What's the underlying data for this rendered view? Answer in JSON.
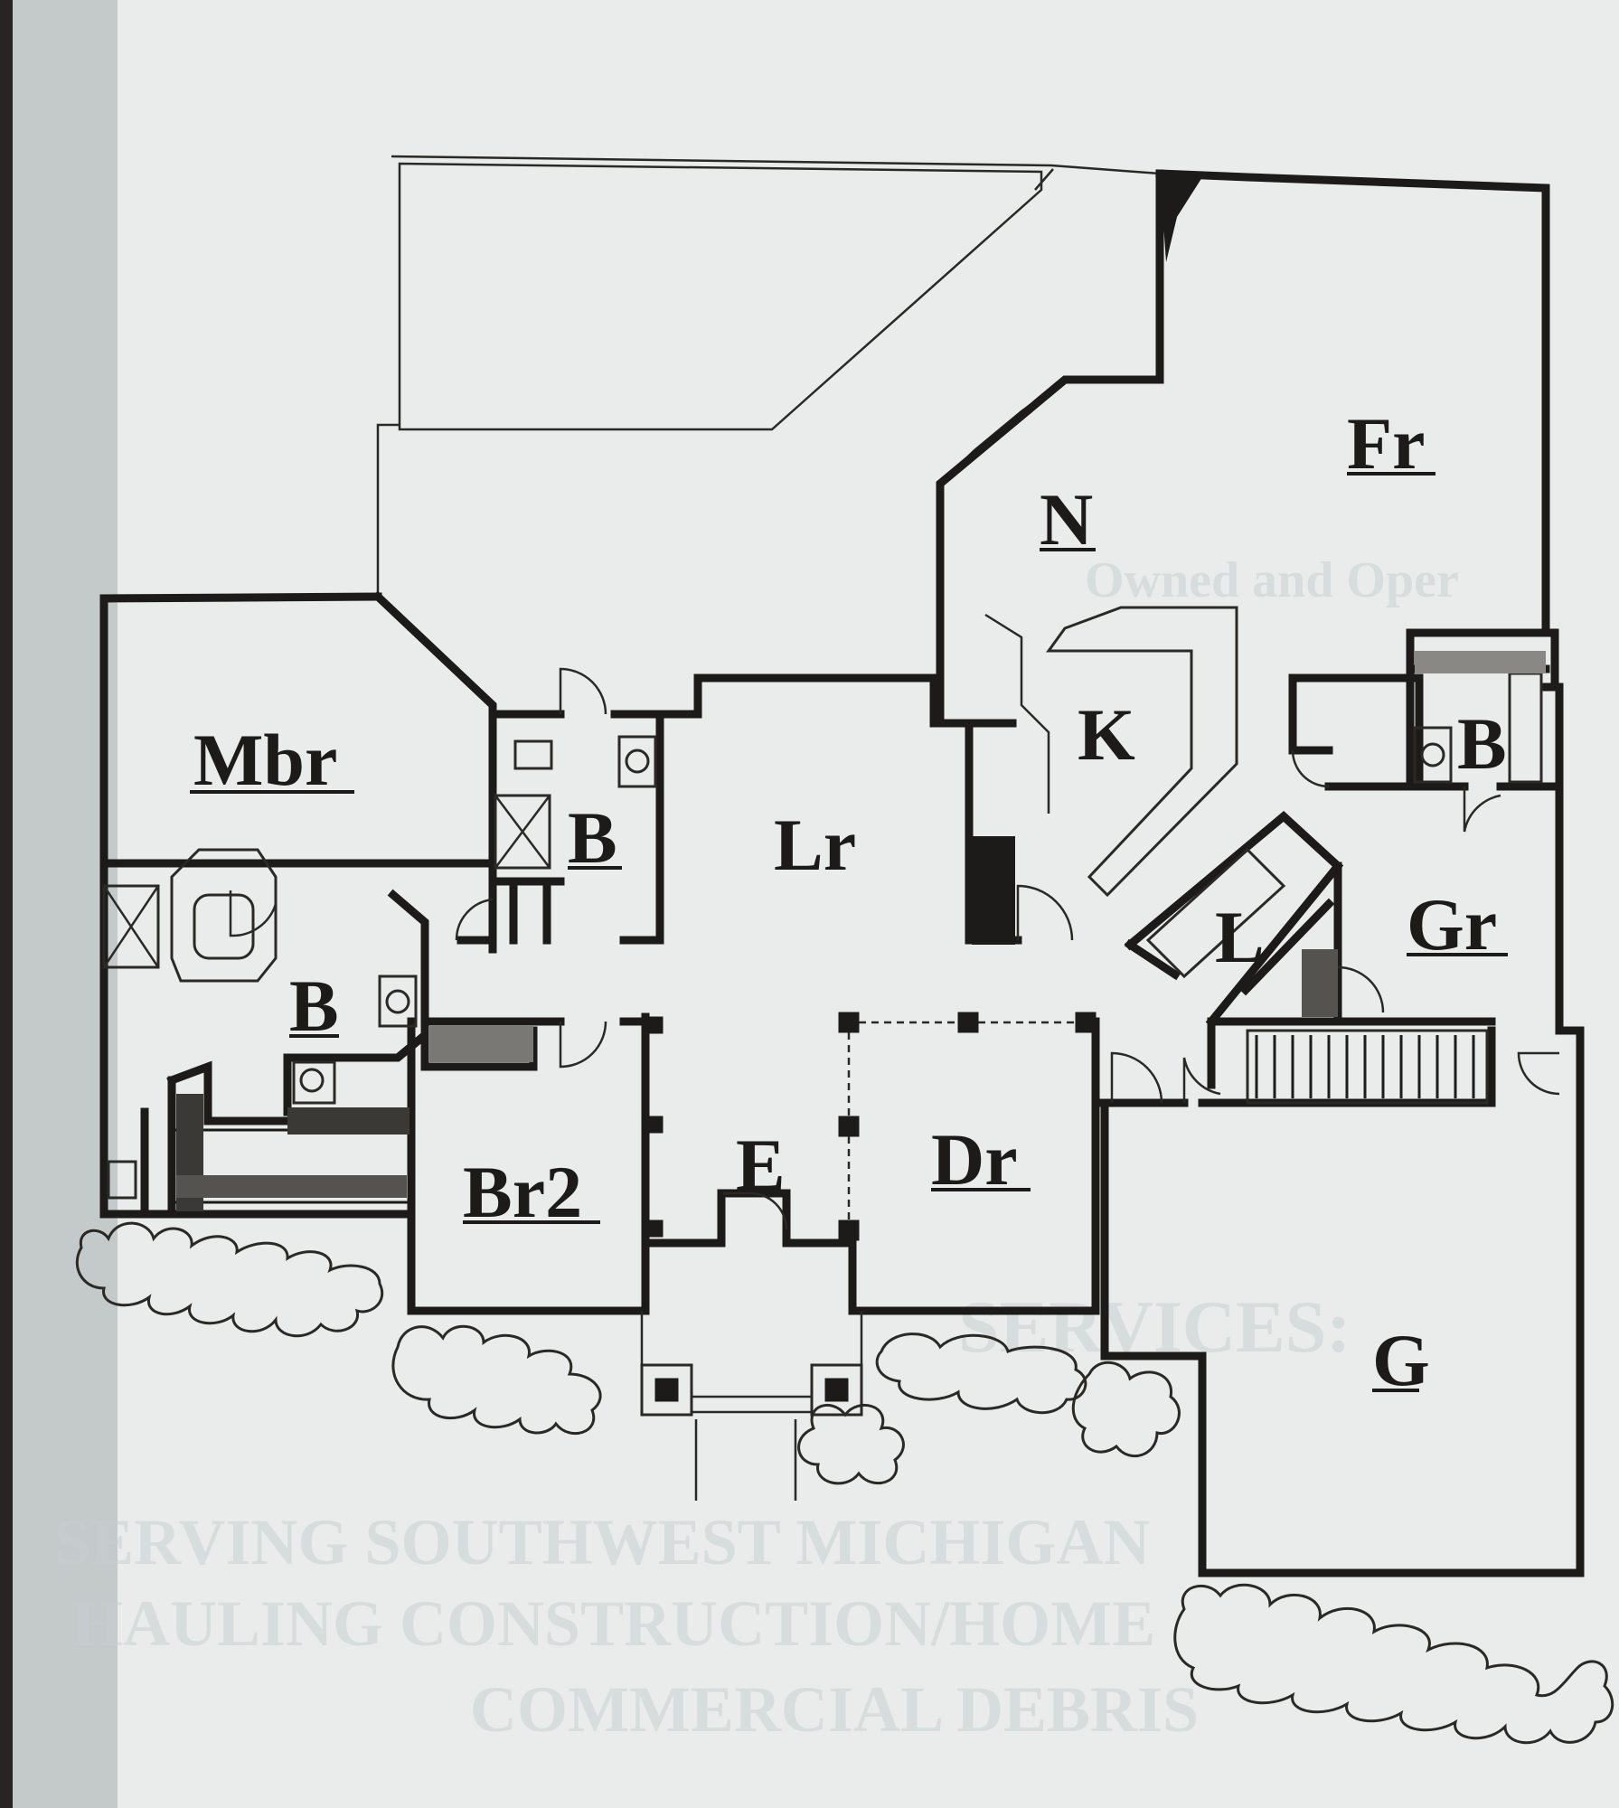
{
  "rooms": {
    "mbr": "Mbr",
    "bath_master": "B",
    "bath_hall": "B",
    "bath_right": "B",
    "living": "Lr",
    "nook": "N",
    "family": "Fr",
    "kitchen": "K",
    "laundry": "L",
    "guest": "Gr",
    "bedroom2": "Br2",
    "entry": "E",
    "dining": "Dr",
    "garage": "G"
  },
  "bleedthrough": {
    "line1": "Owned and Oper",
    "line2": "SERVICES:",
    "line3": "SERVING SOUTHWEST MICHIGAN",
    "line4": "HAULING CONSTRUCTION/HOME",
    "line5": "COMMERCIAL DEBRIS"
  }
}
